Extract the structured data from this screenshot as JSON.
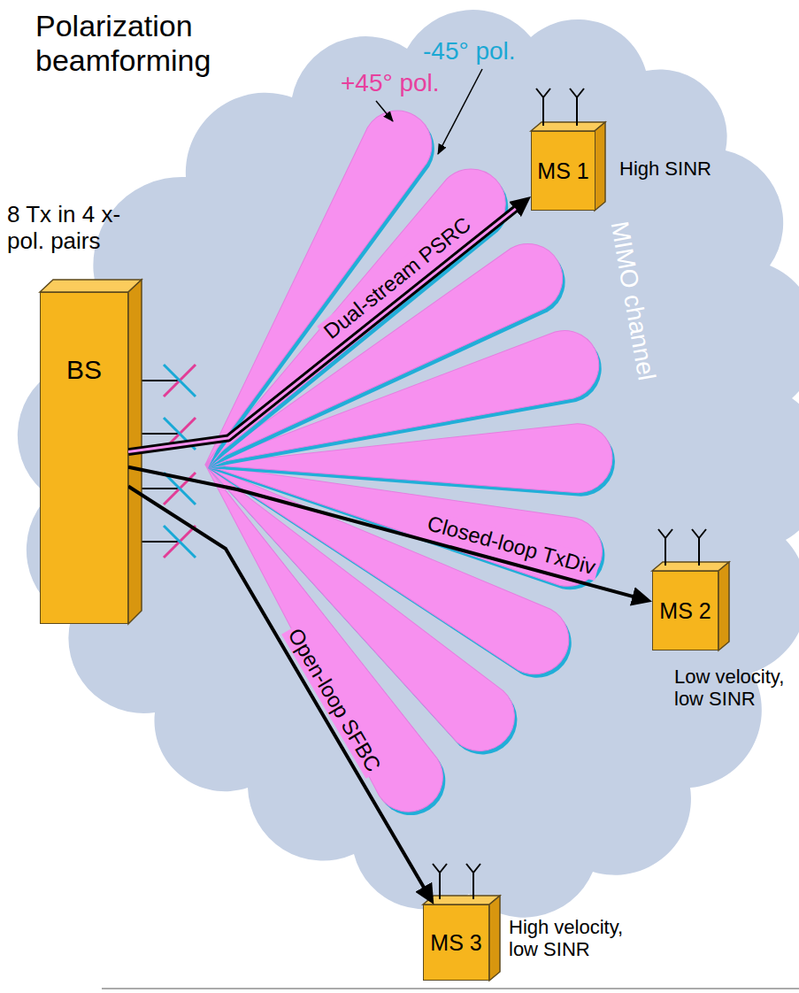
{
  "diagram": {
    "title": "Polarization beamforming",
    "nodes": [
      {
        "text": [
          "BS"
        ]
      },
      {
        "text": [
          "MS 1"
        ]
      },
      {
        "text": [
          "MS 2"
        ]
      },
      {
        "text": [
          "MS 3"
        ]
      }
    ],
    "edges": [
      {
        "from": 0,
        "to": 1,
        "arrow": "to",
        "label": "Dual-stream PSRC"
      },
      {
        "from": 0,
        "to": 2,
        "arrow": "to",
        "label": "Closed-loop TxDiv"
      },
      {
        "from": 0,
        "to": 3,
        "arrow": "to",
        "label": "Open-loop SFBC"
      }
    ],
    "labels": [
      "-45° pol.",
      "+45° pol.",
      "8 Tx in 4 x-pol. pairs",
      "MIMO channel",
      "High SINR",
      "Low velocity, low SINR",
      "High velocity, low SINR"
    ]
  }
}
